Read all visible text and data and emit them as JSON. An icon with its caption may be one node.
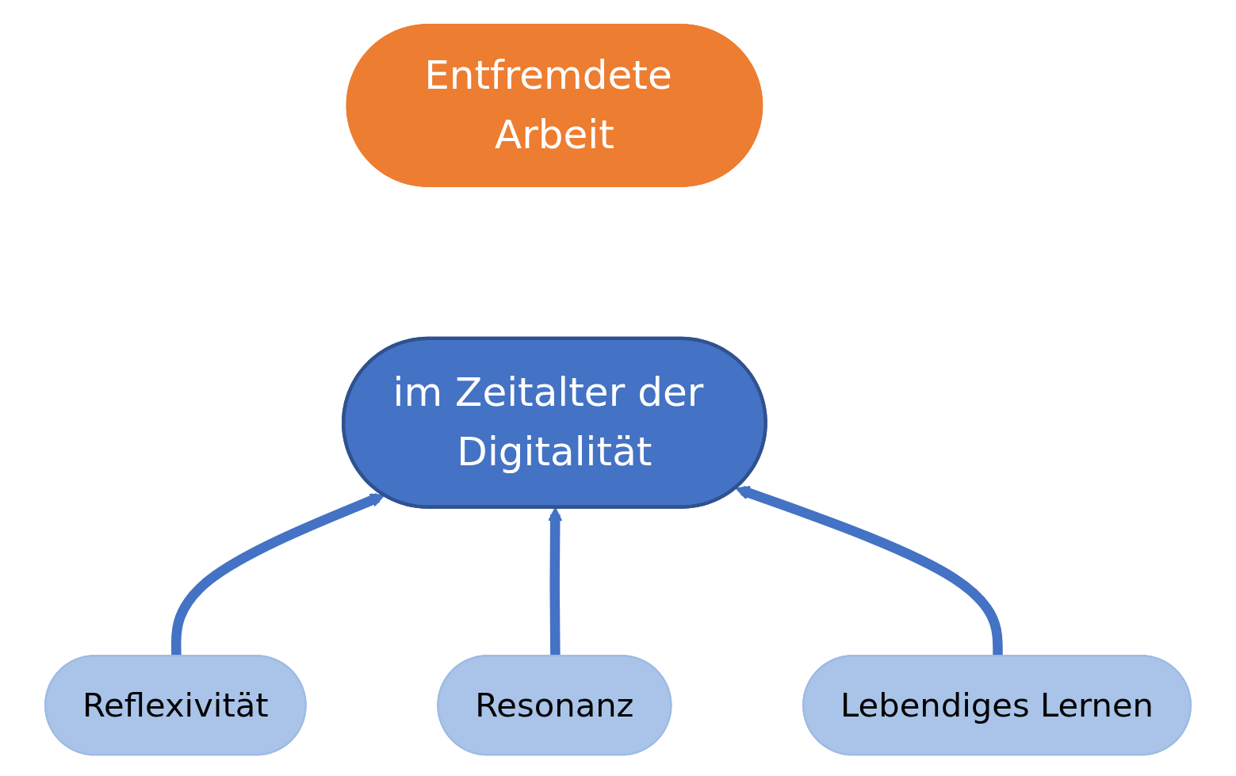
{
  "diagram": {
    "nodes": [
      {
        "text": [
          "Entfremdete Arbeit"
        ]
      },
      {
        "text": [
          "im Zeitalter der Digitalität"
        ]
      },
      {
        "text": [
          "Reflexivität"
        ]
      },
      {
        "text": [
          "Resonanz"
        ]
      },
      {
        "text": [
          "Lebendiges Lernen"
        ]
      }
    ],
    "edges": [
      {
        "from": 2,
        "to": 1,
        "arrow": "to"
      },
      {
        "from": 3,
        "to": 1,
        "arrow": "to"
      },
      {
        "from": 4,
        "to": 1,
        "arrow": "to"
      }
    ]
  }
}
